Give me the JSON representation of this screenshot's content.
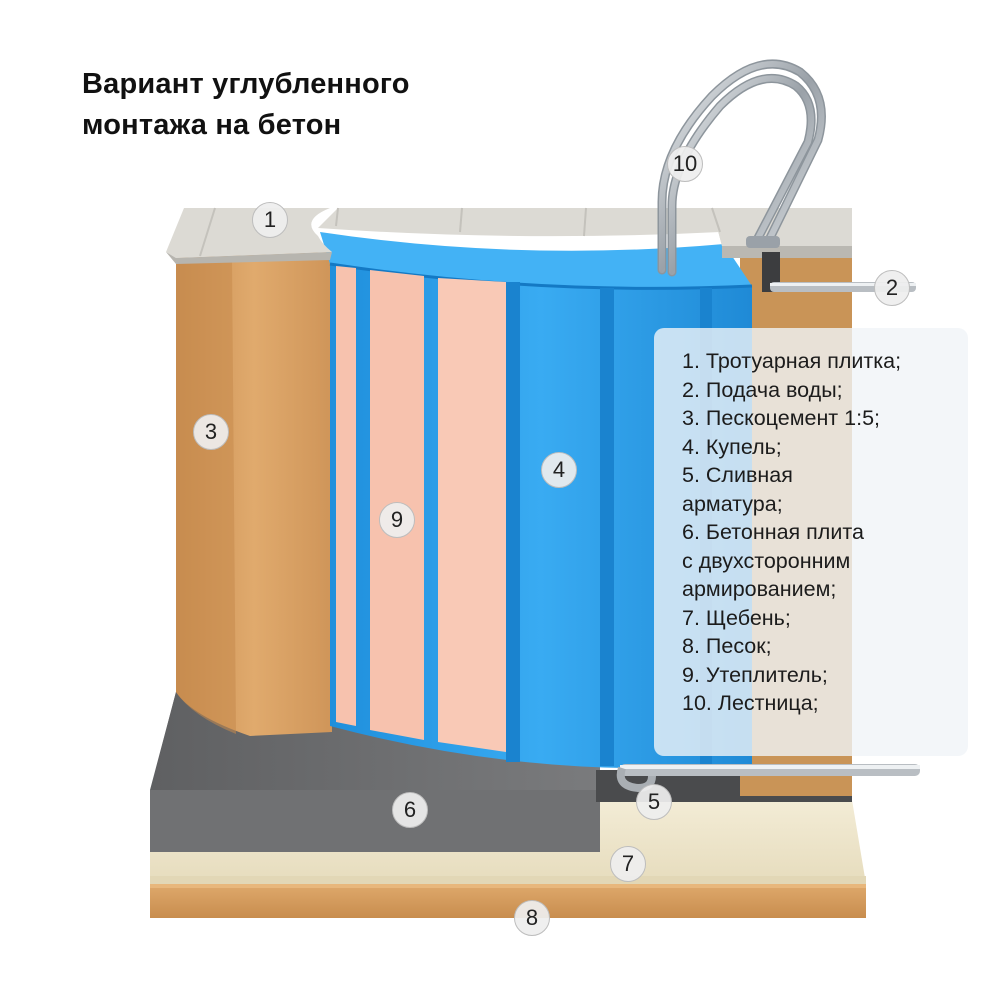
{
  "title": "Вариант углубленного монтажа на бетон",
  "colors": {
    "tile": "#dcdad4",
    "sand_cement": "#d9a066",
    "pool": "#2a9ee8",
    "insulation": "#f7c2ae",
    "concrete": "#6f7072",
    "gravel": "#efe6cc",
    "sand": "#d7a264",
    "steel": "#c8ccd0"
  },
  "markers": [
    {
      "id": "1",
      "label": "1"
    },
    {
      "id": "2",
      "label": "2"
    },
    {
      "id": "3",
      "label": "3"
    },
    {
      "id": "4",
      "label": "4"
    },
    {
      "id": "5",
      "label": "5"
    },
    {
      "id": "6",
      "label": "6"
    },
    {
      "id": "7",
      "label": "7"
    },
    {
      "id": "8",
      "label": "8"
    },
    {
      "id": "9",
      "label": "9"
    },
    {
      "id": "10",
      "label": "10"
    }
  ],
  "legend": [
    "1. Тротуарная плитка;",
    "2. Подача воды;",
    "3. Пескоцемент 1:5;",
    "4. Купель;",
    "5. Сливная\nарматура;",
    "6. Бетонная плита\nс двухсторонним\nармированием;",
    "7. Щебень;",
    "8. Песок;",
    "9. Утеплитель;",
    "10. Лестница;"
  ]
}
